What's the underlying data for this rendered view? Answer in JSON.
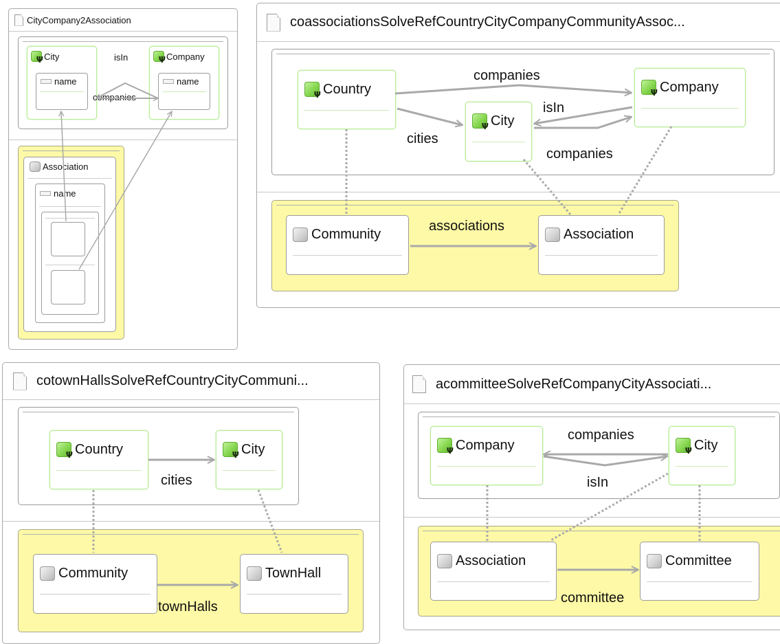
{
  "panels": {
    "p1": {
      "title": "CityCompany2Association",
      "city": "City",
      "company": "Company",
      "city_attr": "name",
      "company_attr": "name",
      "edge_isin": "isIn",
      "edge_companies": "companies",
      "association": "Association",
      "assoc_attr": "name"
    },
    "p2": {
      "title": "coassociationsSolveRefCountryCityCompanyCommunityAssoc...",
      "country": "Country",
      "city": "City",
      "company": "Company",
      "community": "Community",
      "association": "Association",
      "edge_companies_top": "companies",
      "edge_isin": "isIn",
      "edge_cities": "cities",
      "edge_companies_bottom": "companies",
      "edge_associations": "associations"
    },
    "p3": {
      "title": "cotownHallsSolveRefCountryCityCommuni...",
      "country": "Country",
      "city": "City",
      "community": "Community",
      "townhall": "TownHall",
      "edge_cities": "cities",
      "edge_townhalls": "townHalls"
    },
    "p4": {
      "title": "acommitteeSolveRefCompanyCityAssociati...",
      "company": "Company",
      "city": "City",
      "association": "Association",
      "committee": "Committee",
      "edge_companies": "companies",
      "edge_isin": "isIn",
      "edge_committee": "committee"
    }
  },
  "colors": {
    "class_border": "#b9ec9a",
    "yellow_region": "#fdf9a6",
    "edge": "#a9a9a9"
  }
}
